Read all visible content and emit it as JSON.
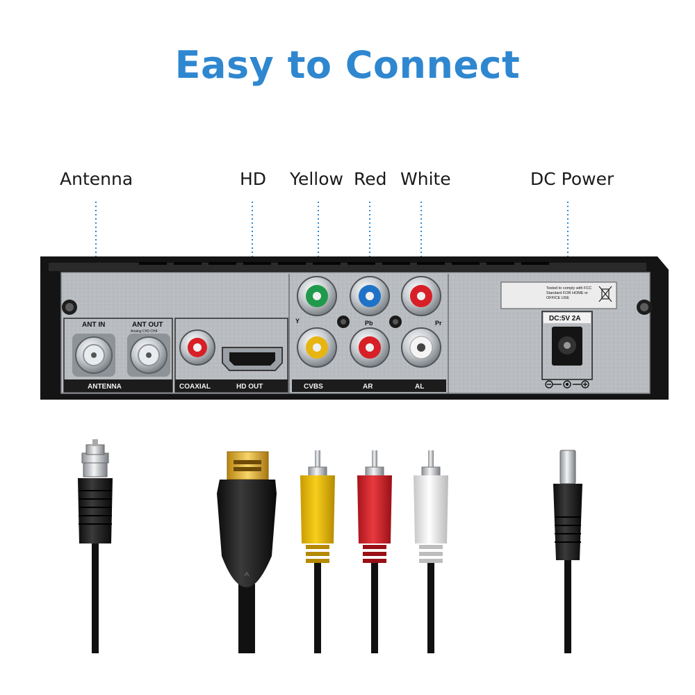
{
  "title": "Easy to Connect",
  "accent_color": "#2f87d0",
  "callouts": {
    "antenna": "Antenna",
    "hd": "HD",
    "yellow": "Yellow",
    "red": "Red",
    "white": "White",
    "dc_power": "DC Power"
  },
  "panel": {
    "ant_in": "ANT IN",
    "ant_out": "ANT OUT",
    "ant_out_sub": "Analog CH3 CH4",
    "antenna": "ANTENNA",
    "coaxial": "COAXIAL",
    "hd_out": "HD OUT",
    "cvbs": "CVBS",
    "ar": "AR",
    "al": "AL",
    "y": "Y",
    "pb": "Pb",
    "pr": "Pr",
    "fcc_line1": "Tested to comply with FCC",
    "fcc_line2": "Standard FOR HOME or",
    "fcc_line3": "OFFICE USE",
    "dc_rating": "DC:5V 2A"
  },
  "cables": [
    "antenna-coax-connector",
    "hdmi-connector",
    "rca-yellow",
    "rca-red",
    "rca-white",
    "dc-barrel-plug"
  ]
}
